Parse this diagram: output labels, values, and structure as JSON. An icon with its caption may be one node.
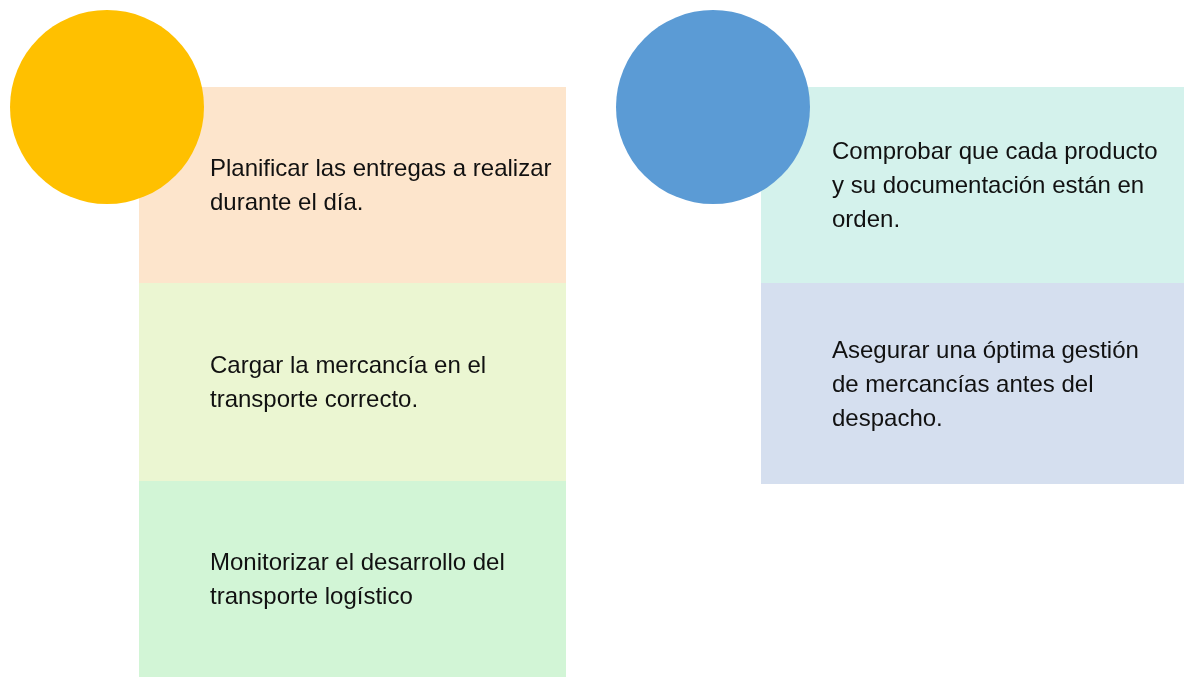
{
  "diagram": {
    "nodes": [
      {
        "text": [],
        "shape": "circle"
      },
      {
        "text": [
          "Planificar las entregas a realizar durante el día."
        ]
      },
      {
        "text": [
          "Cargar la mercancía en el transporte correcto."
        ]
      },
      {
        "text": [
          "Monitorizar el desarrollo del transporte logístico"
        ]
      },
      {
        "text": [],
        "shape": "circle"
      },
      {
        "text": [
          "Comprobar que cada producto y su documentación están en orden."
        ]
      },
      {
        "text": [
          "Asegurar una óptima gestión de mercancías antes del despacho."
        ]
      }
    ]
  }
}
